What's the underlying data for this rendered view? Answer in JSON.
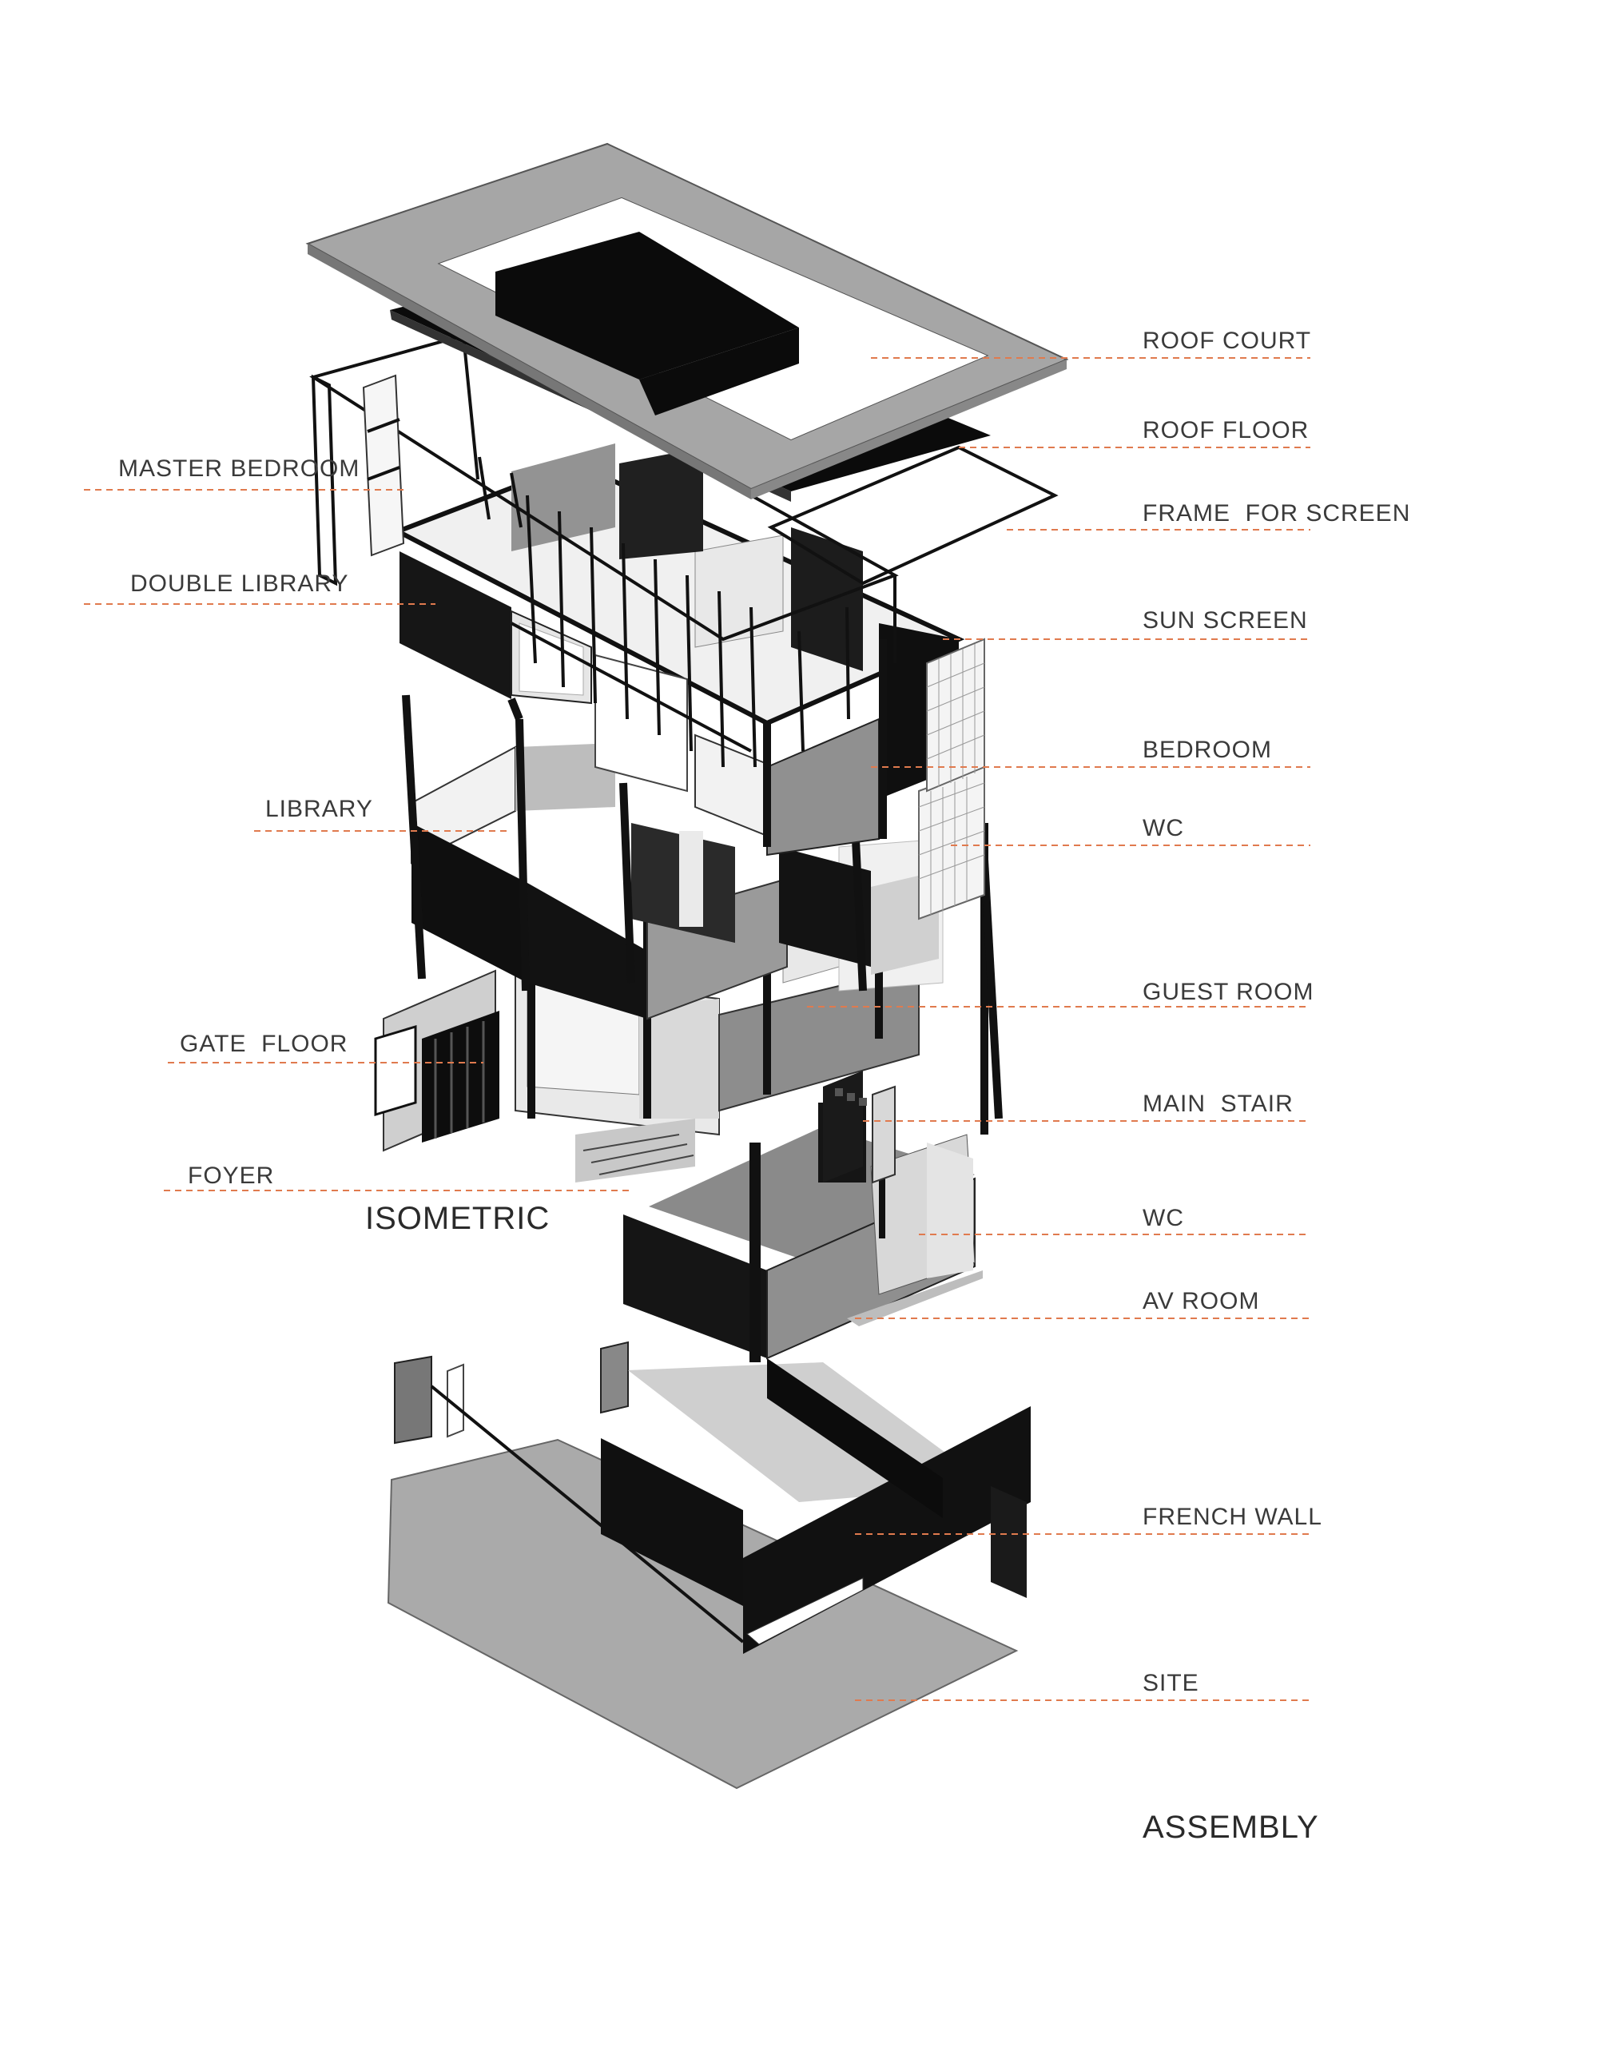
{
  "titles": {
    "isometric": "ISOMETRIC",
    "assembly": "ASSEMBLY"
  },
  "labels_right": [
    "ROOF COURT",
    "ROOF FLOOR",
    "FRAME  FOR SCREEN",
    "SUN SCREEN",
    "BEDROOM",
    "WC",
    "GUEST ROOM",
    "MAIN  STAIR",
    "WC",
    "AV ROOM",
    "FRENCH WALL",
    "SITE"
  ],
  "labels_left": [
    "MASTER BEDROOM",
    "DOUBLE LIBRARY",
    "LIBRARY",
    "GATE  FLOOR",
    "FOYER"
  ],
  "colors": {
    "leader": "#e07a4e",
    "dark": "#111111",
    "mid_gray": "#a8a8a8",
    "light_gray": "#cfcfcf",
    "text": "#3a3a3a"
  }
}
